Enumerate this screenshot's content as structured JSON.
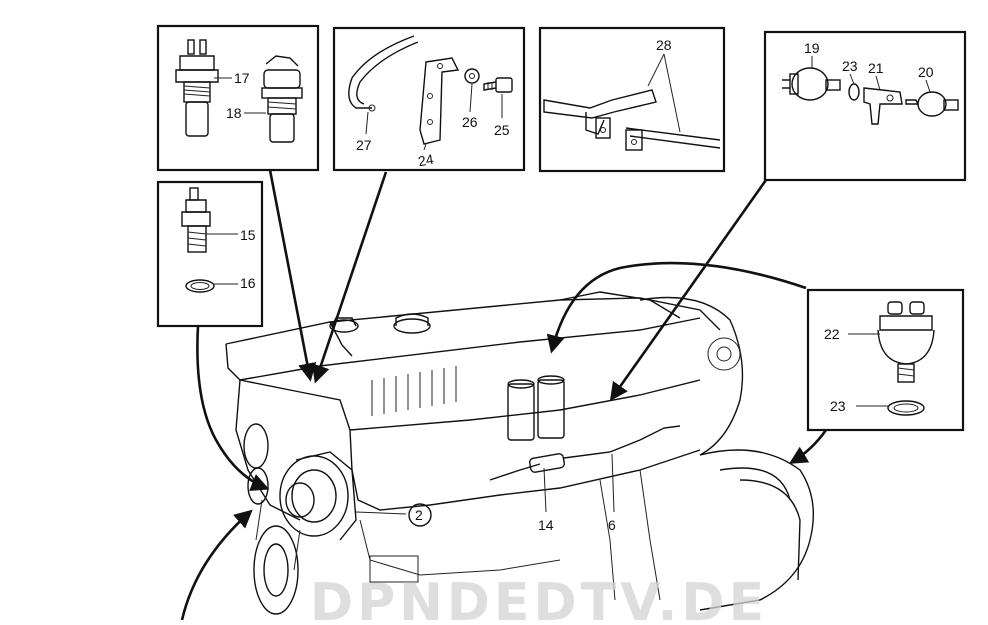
{
  "diagram": {
    "watermark": "DPNDEDTV.DE",
    "colors": {
      "ink": "#111111",
      "paper": "#ffffff",
      "watermark": "#d4d4d4"
    },
    "inset_1": {
      "labels": [
        "17",
        "18"
      ]
    },
    "inset_2": {
      "labels": [
        "27",
        "24",
        "26",
        "25"
      ]
    },
    "inset_3": {
      "labels": [
        "28"
      ]
    },
    "inset_4": {
      "labels": [
        "19",
        "23",
        "21",
        "20"
      ]
    },
    "inset_5": {
      "labels": [
        "15",
        "16"
      ]
    },
    "inset_6": {
      "labels": [
        "22",
        "23"
      ]
    },
    "engine_labels": [
      "2",
      "14",
      "6"
    ]
  }
}
